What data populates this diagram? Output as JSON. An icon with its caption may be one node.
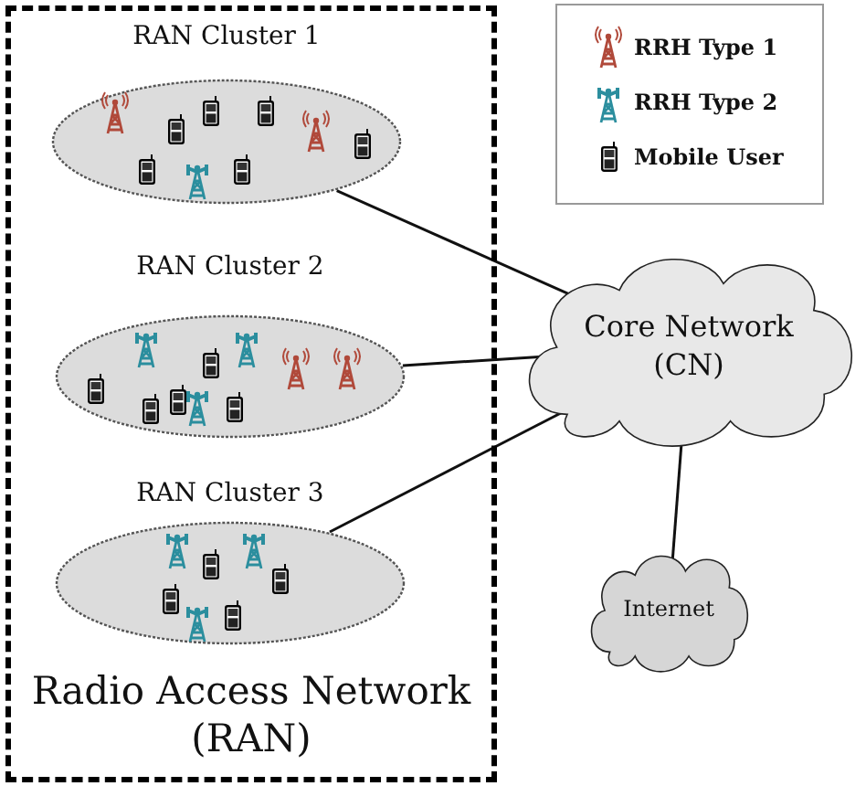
{
  "diagram": {
    "nodes": [
      {
        "text": [
          "Radio Access Network (RAN)"
        ]
      },
      {
        "text": [
          "RAN Cluster 1"
        ],
        "in": 0
      },
      {
        "text": [
          "RAN Cluster 2"
        ],
        "in": 0
      },
      {
        "text": [
          "RAN Cluster 3"
        ],
        "in": 0
      },
      {
        "text": [
          "Core Network (CN)"
        ]
      },
      {
        "text": [
          "Internet"
        ]
      }
    ],
    "edges": [
      {
        "from": 1,
        "to": 4,
        "arrow": "none"
      },
      {
        "from": 2,
        "to": 4,
        "arrow": "none"
      },
      {
        "from": 3,
        "to": 4,
        "arrow": "none"
      },
      {
        "from": 4,
        "to": 5,
        "arrow": "none"
      }
    ],
    "legend": [
      {
        "text": "RRH Type 1"
      },
      {
        "text": "RRH Type 2"
      },
      {
        "text": "Mobile User"
      }
    ]
  }
}
